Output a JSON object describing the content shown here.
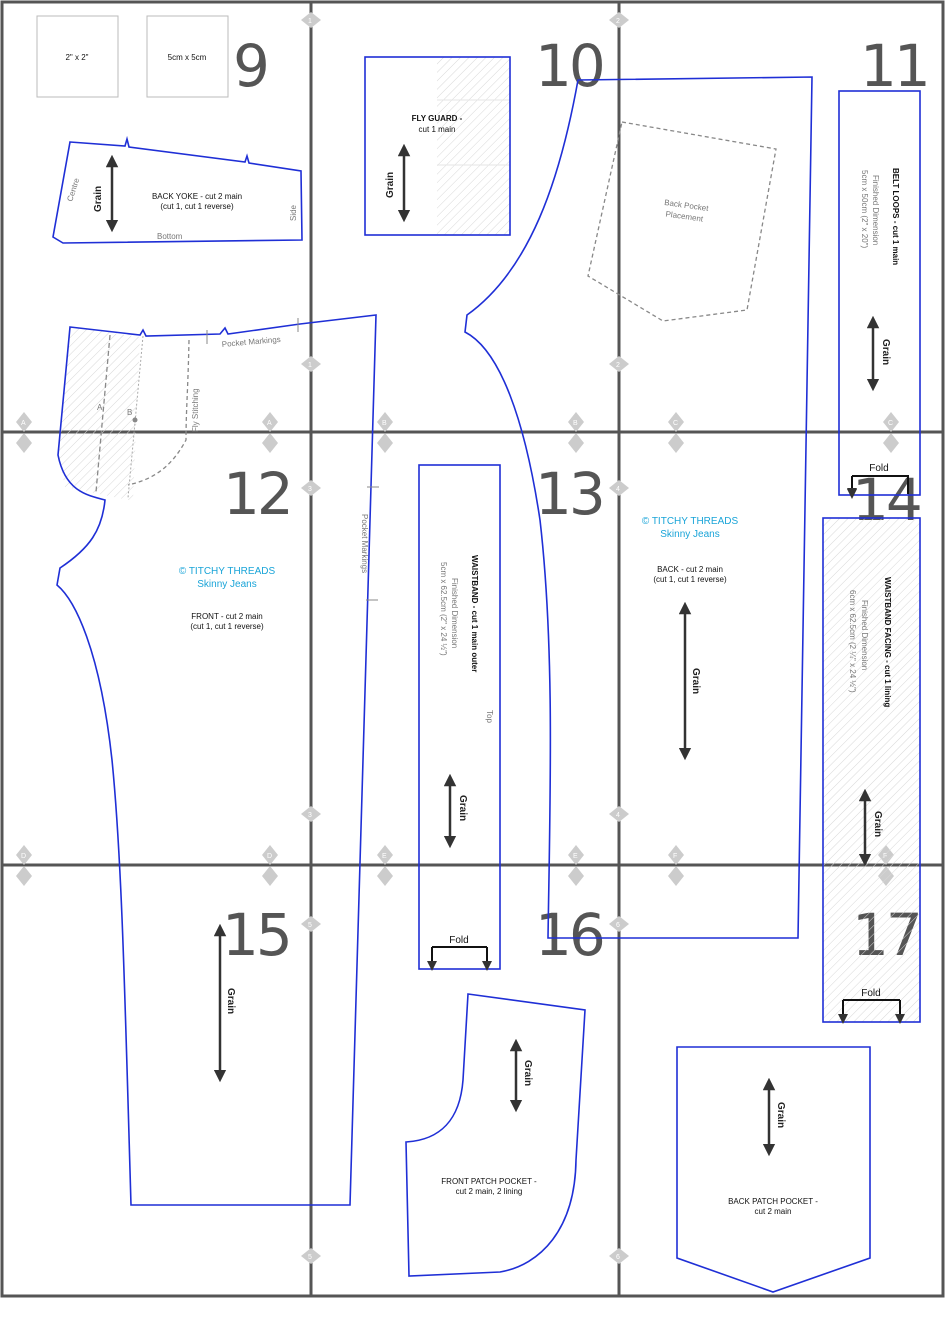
{
  "page_numbers": {
    "p9": "9",
    "p10": "10",
    "p11": "11",
    "p12": "12",
    "p13": "13",
    "p14": "14",
    "p15": "15",
    "p16": "16",
    "p17": "17"
  },
  "test_squares": {
    "imperial": "2\" x 2\"",
    "metric": "5cm x 5cm"
  },
  "back_yoke": {
    "title": "BACK YOKE - cut 2 main",
    "sub": "(cut 1, cut 1 reverse)",
    "centre": "Centre",
    "side": "Side",
    "bottom": "Bottom"
  },
  "fly_guard": {
    "title": "FLY GUARD -",
    "sub": "cut 1 main"
  },
  "back_pocket_placement": {
    "line1": "Back Pocket",
    "line2": "Placement"
  },
  "belt_loops": {
    "title": "BELT LOOPS - cut 1 main",
    "dim1": "Finished Dimension",
    "dim2": "5cm x 50cm (2\" x 20\")"
  },
  "front": {
    "pocket_markings": "Pocket Markings",
    "fly_stitching": "Fly Stitching",
    "a": "A",
    "b": "B",
    "title": "FRONT - cut 2 main",
    "sub": "(cut 1, cut 1 reverse)",
    "pocket_markings_side": "Pocket Markings"
  },
  "brand": {
    "name": "© TITCHY THREADS",
    "product": "Skinny Jeans"
  },
  "waistband": {
    "title": "WAISTBAND - cut 1 main outer",
    "dim1": "Finished Dimension",
    "dim2": "5cm x 62.5cm (2\" x 24 ½\")",
    "top": "Top"
  },
  "back": {
    "title": "BACK - cut 2 main",
    "sub": "(cut 1, cut 1 reverse)"
  },
  "waistband_facing": {
    "title": "WAISTBAND FACING - cut 1 lining",
    "dim1": "Finished Dimension",
    "dim2": "6cm x 62.5cm (2 ¼\" x 24 ½\")"
  },
  "front_patch_pocket": {
    "title": "FRONT PATCH POCKET -",
    "sub": "cut 2 main, 2 lining"
  },
  "back_patch_pocket": {
    "title": "BACK PATCH POCKET -",
    "sub": "cut 2 main"
  },
  "common": {
    "grain": "Grain",
    "fold": "Fold"
  },
  "alignment_marks": {
    "row_letters": [
      "A",
      "B",
      "C",
      "D",
      "E",
      "F"
    ],
    "col_numbers": [
      "1",
      "2",
      "3",
      "4",
      "5",
      "6"
    ]
  },
  "colors": {
    "pattern_line": "#1f2fd6",
    "grid_line": "#555555",
    "brand": "#19a4d8",
    "marker": "#cccccc"
  }
}
